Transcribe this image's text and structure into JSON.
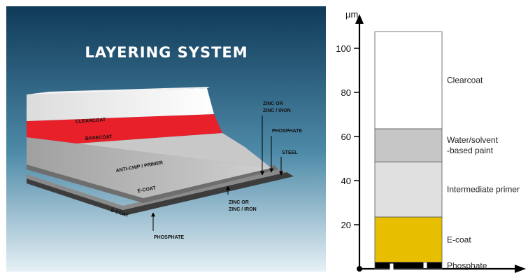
{
  "left_panel": {
    "title": "LAYERING SYSTEM",
    "labels": {
      "clearcoat": "CLEARCOAT",
      "basecoat": "BASECOAT",
      "anti_chip": "ANTI-CHIP / PRIMER",
      "ecoat_front": "E-COAT",
      "ecoat_bottom": "E-COAT",
      "zinc_top_1": "ZINC OR",
      "zinc_top_2": "ZINC / IRON",
      "phosphate_top": "PHOSPHATE",
      "steel": "STEEL",
      "zinc_bottom_1": "ZINC OR",
      "zinc_bottom_2": "ZINC / IRON",
      "phosphate_bottom": "PHOSPHATE"
    },
    "colors": {
      "bg_top": "#0f3a58",
      "bg_bottom": "#e6f0f5",
      "clearcoat": "#ffffff",
      "basecoat": "#e8202a",
      "primer": "#b9b9b9",
      "ecoat": "#6e6e6e",
      "steel": "#4a4a4a"
    }
  },
  "chart_data": {
    "type": "stacked-bar",
    "yunit": "µm",
    "ylim": [
      0,
      110
    ],
    "yticks": [
      20,
      40,
      60,
      80,
      100
    ],
    "segments": [
      {
        "name": "Phosphate",
        "from": 0,
        "to": 3,
        "color": "#000000",
        "icons": [
          "down-arrow",
          "up-arrow"
        ]
      },
      {
        "name": "E-coat",
        "from": 3,
        "to": 23.5,
        "color": "#e8be00"
      },
      {
        "name": "Intermediate primer",
        "from": 23.5,
        "to": 48.5,
        "color": "#e0e0e0"
      },
      {
        "name": "Water/solvent\n-based paint",
        "label_lines": [
          "Water/solvent",
          "-based paint"
        ],
        "from": 48.5,
        "to": 63.5,
        "color": "#c6c6c6"
      },
      {
        "name": "Clearcoat",
        "from": 63.5,
        "to": 107.5,
        "color": "#ffffff"
      }
    ]
  }
}
